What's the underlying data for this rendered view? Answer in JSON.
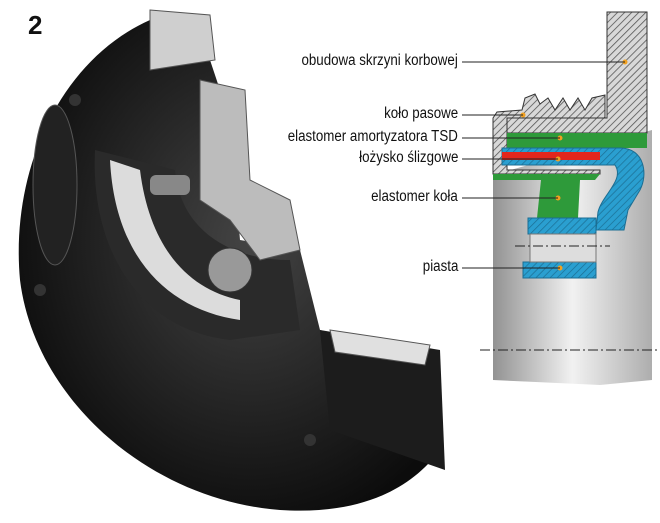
{
  "figure_number": "2",
  "labels": {
    "crankcase": "obudowa skrzyni korbowej",
    "pulley": "koło pasowe",
    "tsd_elastomer": "elastomer amortyzatora TSD",
    "slide_bearing": "łożysko ślizgowe",
    "wheel_elastomer": "elastomer koła",
    "hub": "piasta"
  },
  "colors": {
    "elastomer": "#2e9a3a",
    "bearing": "#e3261c",
    "hub": "#2a9fd0",
    "marker": "#f0a020",
    "metal_dark": "#1a1a1a"
  }
}
